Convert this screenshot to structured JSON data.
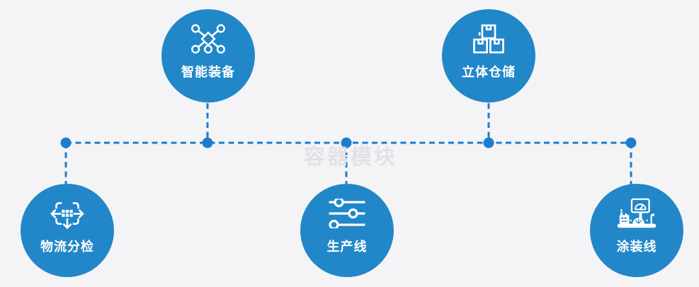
{
  "colors": {
    "background": "#f4f4f6",
    "circle": "#2187c8",
    "line": "#1e7ccd",
    "icon": "#ffffff",
    "label": "#ffffff",
    "watermark": "#e2e2e6"
  },
  "watermark": {
    "text": "容器模块"
  },
  "nodes": [
    {
      "id": "smart-equipment",
      "label": "智能装备",
      "icon": "network-nodes-icon",
      "row": "top"
    },
    {
      "id": "warehouse",
      "label": "立体仓储",
      "icon": "stacked-boxes-icon",
      "row": "top"
    },
    {
      "id": "logistics-sorting",
      "label": "物流分检",
      "icon": "sort-dispatch-icon",
      "row": "bottom"
    },
    {
      "id": "production-line",
      "label": "生产线",
      "icon": "sliders-icon",
      "row": "bottom"
    },
    {
      "id": "coating-line",
      "label": "涂装线",
      "icon": "control-station-icon",
      "row": "bottom"
    }
  ]
}
